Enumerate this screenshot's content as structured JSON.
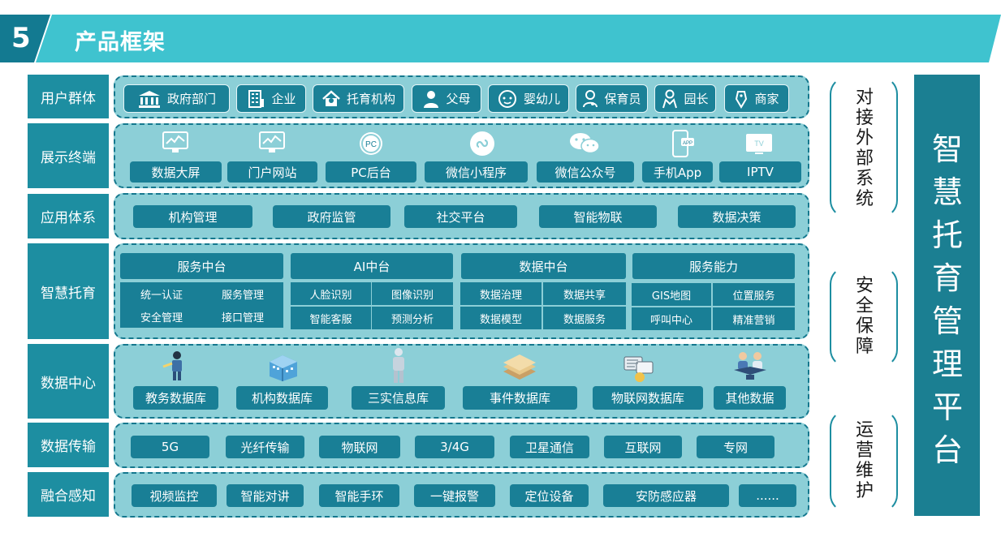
{
  "header": {
    "number": "5",
    "title": "产品框架"
  },
  "rows": {
    "users": {
      "label": "用户群体",
      "items": [
        {
          "label": "政府部门",
          "icon": "government-building-icon"
        },
        {
          "label": "企业",
          "icon": "office-building-icon"
        },
        {
          "label": "托育机构",
          "icon": "nursery-house-icon"
        },
        {
          "label": "父母",
          "icon": "person-icon"
        },
        {
          "label": "婴幼儿",
          "icon": "baby-face-icon"
        },
        {
          "label": "保育员",
          "icon": "caregiver-icon"
        },
        {
          "label": "园长",
          "icon": "director-icon"
        },
        {
          "label": "商家",
          "icon": "merchant-tag-icon"
        }
      ]
    },
    "terminals": {
      "label": "展示终端",
      "items": [
        {
          "label": "数据大屏",
          "icon": "monitor-chart-icon"
        },
        {
          "label": "门户网站",
          "icon": "monitor-chart-icon"
        },
        {
          "label": "PC后台",
          "icon": "pc-badge-icon",
          "badge": "PC"
        },
        {
          "label": "微信小程序",
          "icon": "mini-program-icon"
        },
        {
          "label": "微信公众号",
          "icon": "wechat-icon"
        },
        {
          "label": "手机App",
          "icon": "mobile-app-icon",
          "badge": "APP"
        },
        {
          "label": "IPTV",
          "icon": "tv-icon",
          "badge": "TV"
        }
      ]
    },
    "apps": {
      "label": "应用体系",
      "items": [
        "机构管理",
        "政府监管",
        "社交平台",
        "智能物联",
        "数据决策"
      ]
    },
    "smart": {
      "label": "智慧托育",
      "blocks": [
        {
          "title": "服务中台",
          "cells": [
            "统一认证",
            "服务管理",
            "安全管理",
            "接口管理"
          ]
        },
        {
          "title": "AI中台",
          "cells": [
            "人脸识别",
            "图像识别",
            "智能客服",
            "预测分析"
          ]
        },
        {
          "title": "数据中台",
          "cells": [
            "数据治理",
            "数据共享",
            "数据模型",
            "数据服务"
          ]
        },
        {
          "title": "服务能力",
          "cells": [
            "GIS地图",
            "位置服务",
            "呼叫中心",
            "精准营销"
          ]
        }
      ]
    },
    "datacenter": {
      "label": "数据中心",
      "items": [
        {
          "label": "教务数据库",
          "icon": "teacher-figure-icon"
        },
        {
          "label": "机构数据库",
          "icon": "building-3d-icon"
        },
        {
          "label": "三实信息库",
          "icon": "person-figure-icon"
        },
        {
          "label": "事件数据库",
          "icon": "document-stack-icon"
        },
        {
          "label": "物联网数据库",
          "icon": "iot-devices-icon"
        },
        {
          "label": "其他数据",
          "icon": "people-desk-icon"
        }
      ]
    },
    "transport": {
      "label": "数据传输",
      "items": [
        "5G",
        "光纤传输",
        "物联网",
        "3/4G",
        "卫星通信",
        "互联网",
        "专网"
      ]
    },
    "perception": {
      "label": "融合感知",
      "items": [
        "视频监控",
        "智能对讲",
        "智能手环",
        "一键报警",
        "定位设备",
        "安防感应器",
        "......"
      ]
    }
  },
  "side": {
    "groups": [
      "对接外部系统",
      "安全保障",
      "运营维护"
    ],
    "platform": "智慧托育管理平台"
  },
  "colors": {
    "header": "#3fc3cf",
    "dark": "#197f96",
    "panel": "#8ccfd7",
    "border": "#15788e"
  }
}
